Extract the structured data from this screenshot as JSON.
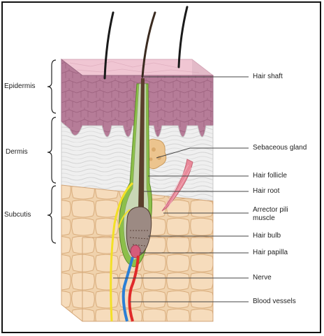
{
  "layers": [
    {
      "id": "epidermis",
      "label": "Epidermis"
    },
    {
      "id": "dermis",
      "label": "Dermis"
    },
    {
      "id": "subcutis",
      "label": "Subcutis"
    }
  ],
  "parts": [
    {
      "id": "hair-shaft",
      "label": "Hair shaft"
    },
    {
      "id": "sebaceous-gland",
      "label": "Sebaceous gland"
    },
    {
      "id": "hair-follicle",
      "label": "Hair follicle"
    },
    {
      "id": "hair-root",
      "label": "Hair root"
    },
    {
      "id": "arrector-pili-muscle",
      "label": "Arrector pili muscle"
    },
    {
      "id": "hair-bulb",
      "label": "Hair bulb"
    },
    {
      "id": "hair-papilla",
      "label": "Hair papilla"
    },
    {
      "id": "nerve",
      "label": "Nerve"
    },
    {
      "id": "blood-vessels",
      "label": "Blood vessels"
    }
  ],
  "colors": {
    "epidermis_top": "#f0c6d3",
    "epidermis": "#b67c98",
    "dermis": "#f1f1f1",
    "subcutis": "#f0d2ac",
    "nerve": "#f3e027",
    "artery": "#e02a2a",
    "vein": "#2b7fd6",
    "gland": "#ecc48e",
    "muscle": "#e98a9b",
    "follicle": "#8cbf4a"
  }
}
